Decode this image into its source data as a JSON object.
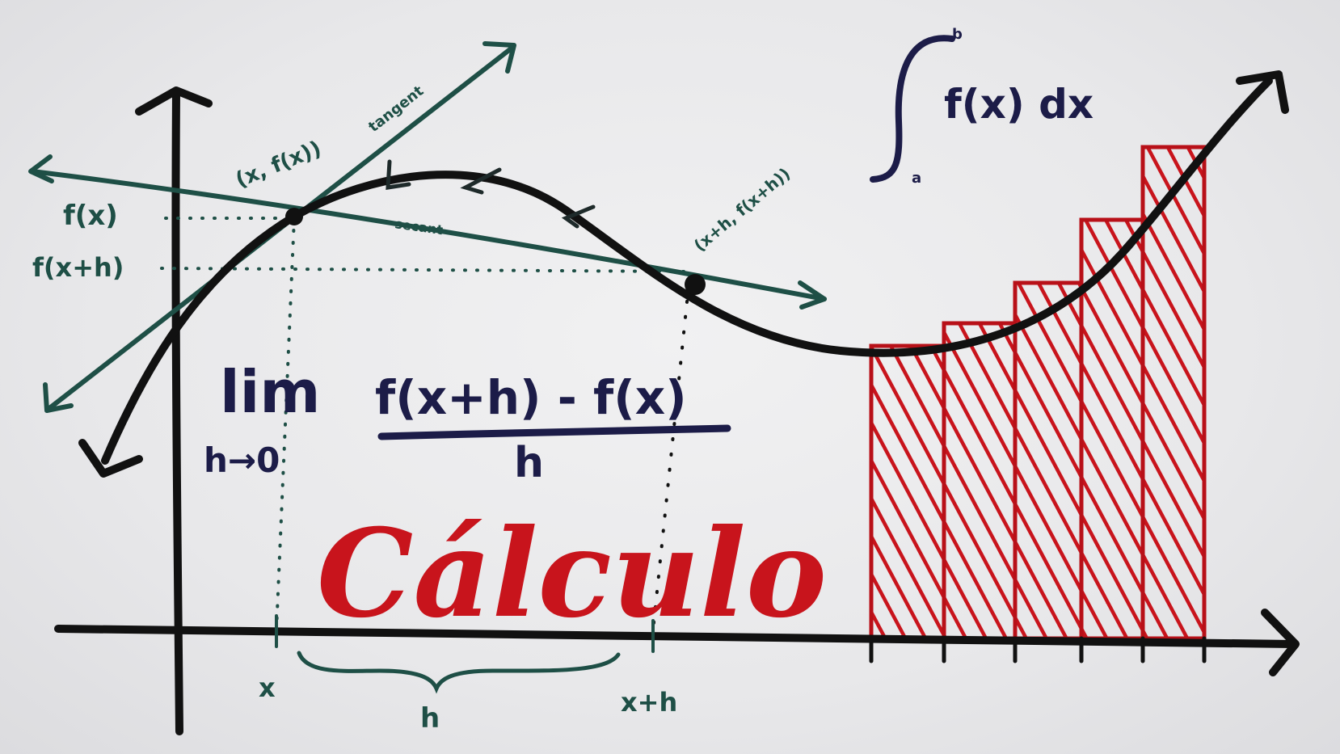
{
  "title": "Cálculo",
  "labels": {
    "fx_axis": "f(x)",
    "fxh_axis": "f(x+h)",
    "point_x": "(x, f(x))",
    "point_xh": "(x+h, f(x+h))",
    "tangent": "tangent",
    "secant": "secant",
    "x_tick": "x",
    "xh_tick": "x+h",
    "h_brace": "h"
  },
  "limit": {
    "lim": "lim",
    "sub": "h→0",
    "numerator": "f(x+h) - f(x)",
    "denominator": "h"
  },
  "integral": {
    "upper": "b",
    "lower": "a",
    "expr": "f(x) dx"
  },
  "colors": {
    "black": "#111111",
    "green": "#1e4f46",
    "navy": "#1c1c48",
    "red": "#c8141c"
  },
  "icons": [
    "integral-sign-icon",
    "arrow-head-icon",
    "curly-brace-icon"
  ]
}
